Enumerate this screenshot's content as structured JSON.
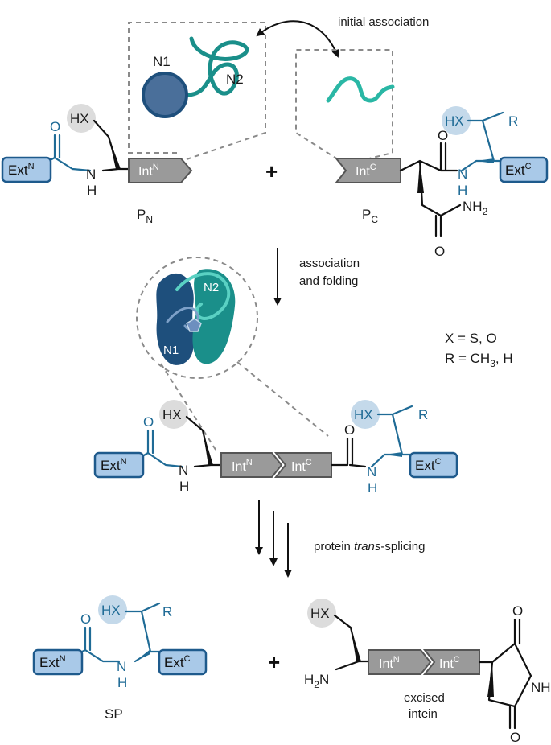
{
  "labels": {
    "initial_association": "initial association",
    "n1": "N1",
    "n2": "N2",
    "pn_main": "P",
    "pn_sub": "N",
    "pc_main": "P",
    "pc_sub": "C",
    "plus": "+",
    "association": "association",
    "and_folding": "and folding",
    "x_def": "X = S, O",
    "r_def_a": "R = CH",
    "r_def_sub": "3",
    "r_def_b": ", H",
    "ps_pre": "protein ",
    "ps_italic": "trans",
    "ps_post": "-splicing",
    "sp": "SP",
    "excised": "excised",
    "intein": "intein"
  },
  "chem": {
    "hx": "HX",
    "r": "R",
    "o": "O",
    "n": "N",
    "h": "H",
    "nh": "NH",
    "nh2_main": "NH",
    "nh2_sub": "2",
    "h2n_main": "H",
    "h2n_sub": "2",
    "h2n_n": "N"
  },
  "boxes": {
    "ext": "Ext",
    "int": "Int",
    "sup_n": "N",
    "sup_c": "C"
  },
  "colors": {
    "ext_fill": "#a9c9e8",
    "ext_stroke": "#1e5a8c",
    "intein_gray": "#9a9a9a",
    "n1_dark_blue": "#1e4f7c",
    "n2_teal": "#1a8f8a",
    "pc_teal": "#2ab7a5",
    "bond_blue": "#1f6b96"
  }
}
